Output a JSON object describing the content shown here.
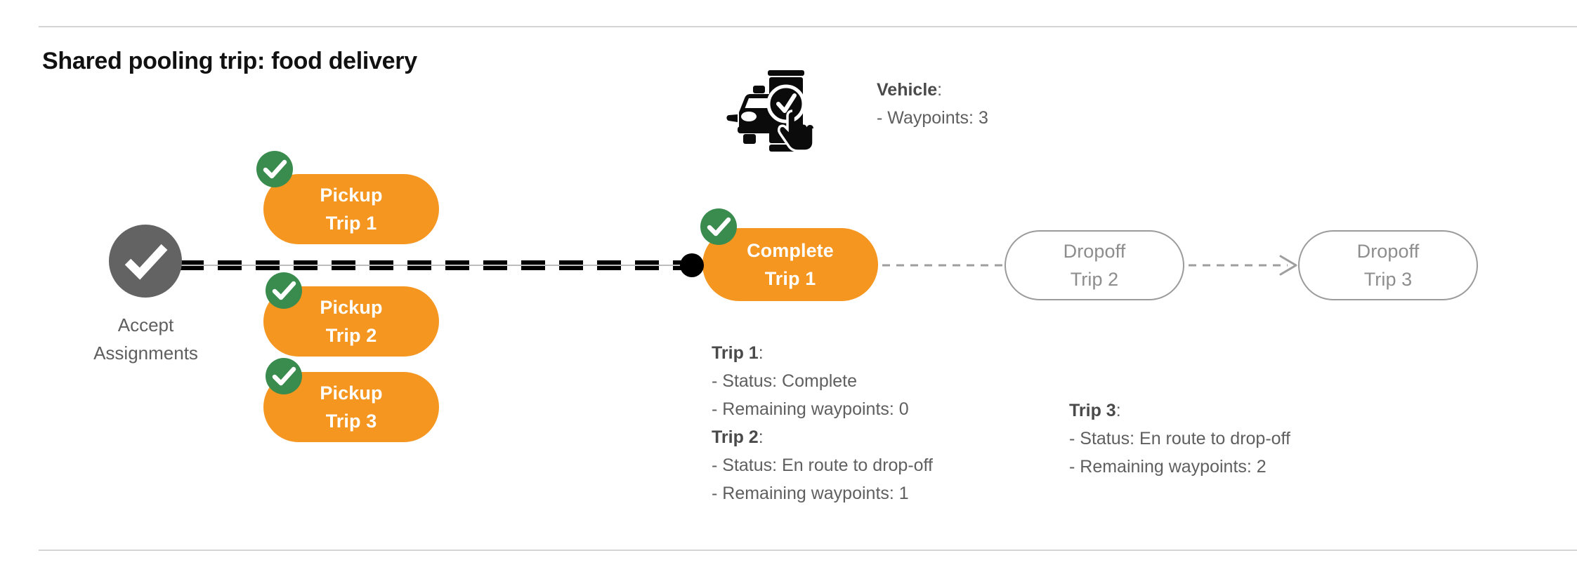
{
  "page": {
    "title": "Shared pooling trip: food delivery",
    "colors": {
      "active_pill": "#F59620",
      "pending_pill_border": "#9b9b9b",
      "pending_pill_text": "#8d8d8d",
      "check_badge": "#3A8C4E",
      "accept_circle": "#636363",
      "route_dot": "#000000",
      "body_text": "#5f5f5f",
      "rule": "#d4d4d4"
    }
  },
  "accept_node": {
    "icon": "check-circle-icon",
    "label_line1": "Accept",
    "label_line2": "Assignments"
  },
  "pickups": [
    {
      "line1": "Pickup",
      "line2": "Trip 1",
      "state": "complete",
      "badge": "check-badge-icon"
    },
    {
      "line1": "Pickup",
      "line2": "Trip 2",
      "state": "complete",
      "badge": "check-badge-icon"
    },
    {
      "line1": "Pickup",
      "line2": "Trip 3",
      "state": "complete",
      "badge": "check-badge-icon"
    }
  ],
  "complete_node": {
    "line1": "Complete",
    "line2": "Trip 1",
    "state": "complete",
    "badge": "check-badge-icon"
  },
  "dropoffs": [
    {
      "line1": "Dropoff",
      "line2": "Trip 2",
      "state": "pending"
    },
    {
      "line1": "Dropoff",
      "line2": "Trip 3",
      "state": "pending"
    }
  ],
  "vehicle_info": {
    "icon": "vehicle-phone-check-icon",
    "heading": "Vehicle",
    "heading_suffix": ":",
    "lines": [
      "- Waypoints: 3"
    ]
  },
  "trip_info": {
    "left_column": [
      {
        "heading": "Trip 1",
        "heading_suffix": ":",
        "lines": [
          "- Status:  Complete",
          "- Remaining waypoints: 0"
        ]
      },
      {
        "heading": "Trip 2",
        "heading_suffix": ":",
        "lines": [
          "- Status:  En route to drop-off",
          "- Remaining waypoints: 1"
        ]
      }
    ],
    "right_column": [
      {
        "heading": "Trip 3",
        "heading_suffix": ":",
        "lines": [
          "- Status:  En route to drop-off",
          "- Remaining waypoints: 2"
        ]
      }
    ]
  }
}
